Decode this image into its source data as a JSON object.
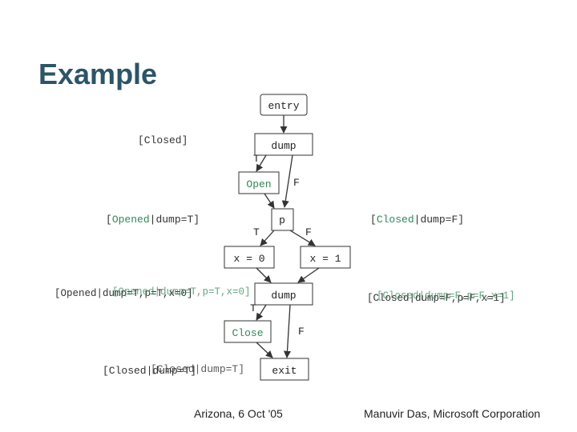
{
  "slide": {
    "title": "Example",
    "footer_left": "Arizona, 6 Oct '05",
    "footer_right": "Manuvir Das, Microsoft Corporation"
  },
  "nodes": {
    "entry": "entry",
    "dump1": "dump",
    "open": "Open",
    "p": "p",
    "x0": "x = 0",
    "x1": "x = 1",
    "dump2": "dump",
    "close": "Close",
    "exit": "exit"
  },
  "edges": {
    "dump1_T": "T",
    "dump1_F": "F",
    "p_T": "T",
    "p_F": "F",
    "dump2_T": "T",
    "dump2_F": "F"
  },
  "annotations": {
    "closed_top": "[Closed]",
    "opened_dump_t": {
      "bracket_open": "[",
      "state": "Opened",
      "pipe": "|",
      "cond": "dump=T",
      "bracket_close": "]"
    },
    "closed_dump_f": {
      "bracket_open": "[",
      "state": "Closed",
      "pipe": "|",
      "cond": "dump=F",
      "bracket_close": "]"
    },
    "opened_x0_overlap": "[Opened|dump=T,p=T,x=0]",
    "closed_x1_overlap": "[Closed|dump=F,p=F,x=1]",
    "closed_bottom_overlap": "[Closed|dump=T]"
  },
  "colors": {
    "title": "#2b5568",
    "green_text": "#2e8b57",
    "edge": "#333333"
  }
}
